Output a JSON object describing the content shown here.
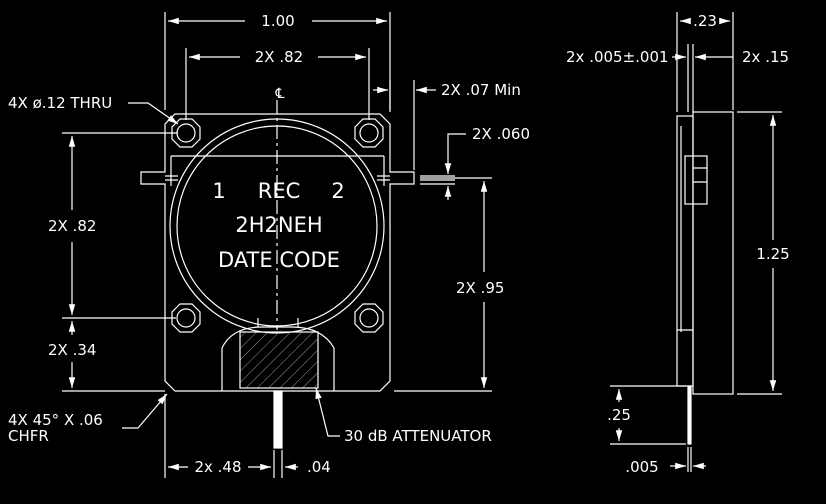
{
  "colors": {
    "background": "#000000",
    "outline": "#ffffff",
    "hatch": "#9a9a9a"
  },
  "body_text": {
    "line1": {
      "port1": "1",
      "label": "REC",
      "port2": "2"
    },
    "line2": "2H2NEH",
    "line3": "DATE CODE"
  },
  "centerline_symbol": "℄",
  "dimensions": {
    "overall_width": "1.00",
    "hole_spacing_top": "2X .82",
    "mount_holes": "4X ø.12 THRU",
    "tab_min": "2X .07 Min",
    "tab_thickness": "2X .060",
    "hole_spacing_vertical": "2X .82",
    "tab_height": "2X .95",
    "bottom_holes": "2X .34",
    "chamfer_line1": "4X 45° X .06",
    "chamfer_line2": "CHFR",
    "lead_offset": "2x .48",
    "lead_width": ".04",
    "attenuator": "30 dB ATTENUATOR",
    "side_width": ".23",
    "side_lead_offset": "2x .005±.001",
    "side_tab": "2x .15",
    "side_height": "1.25",
    "side_lead_length": ".25",
    "side_lead_thickness": ".005"
  }
}
